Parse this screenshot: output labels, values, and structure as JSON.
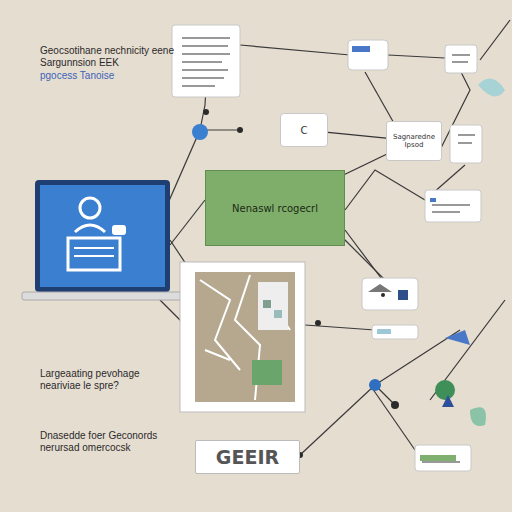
{
  "diagram": {
    "nodes": [
      {
        "text": [
          "C"
        ]
      },
      {
        "text": [
          "Sagnaredne Ipsod"
        ]
      },
      {
        "text": [
          "Nenaswl rcogecrl"
        ]
      },
      {
        "text": [
          "GEEIR"
        ]
      }
    ],
    "edges": [
      {
        "from": 0,
        "to": 1,
        "arrow": "none"
      },
      {
        "from": 2,
        "to": 1,
        "arrow": "none"
      }
    ],
    "labels": [
      "Geocsotihane nechnicity eene Sargunnsion EEK",
      "pgocess Tanoise",
      "Largeaating pevohage neariviae le spre?",
      "Dnasedde foer Geconords nerursad omercocsk"
    ]
  }
}
